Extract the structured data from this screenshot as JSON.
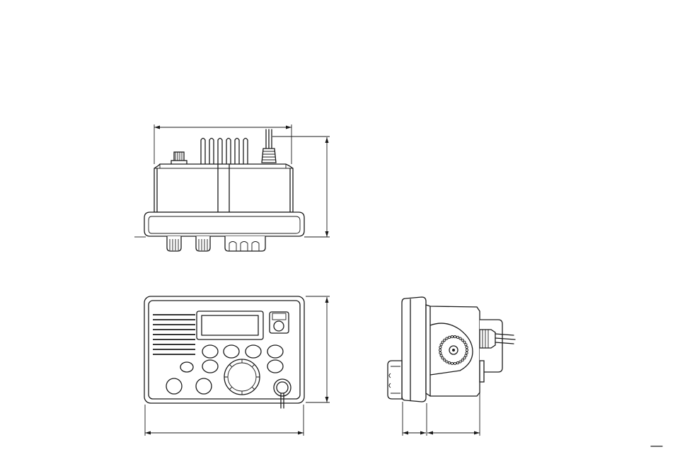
{
  "figure": {
    "views": [
      "top-view",
      "front-view",
      "side-view"
    ],
    "page_mark": ""
  },
  "colors": {
    "line": "#1a1a1a",
    "background": "#ffffff"
  }
}
